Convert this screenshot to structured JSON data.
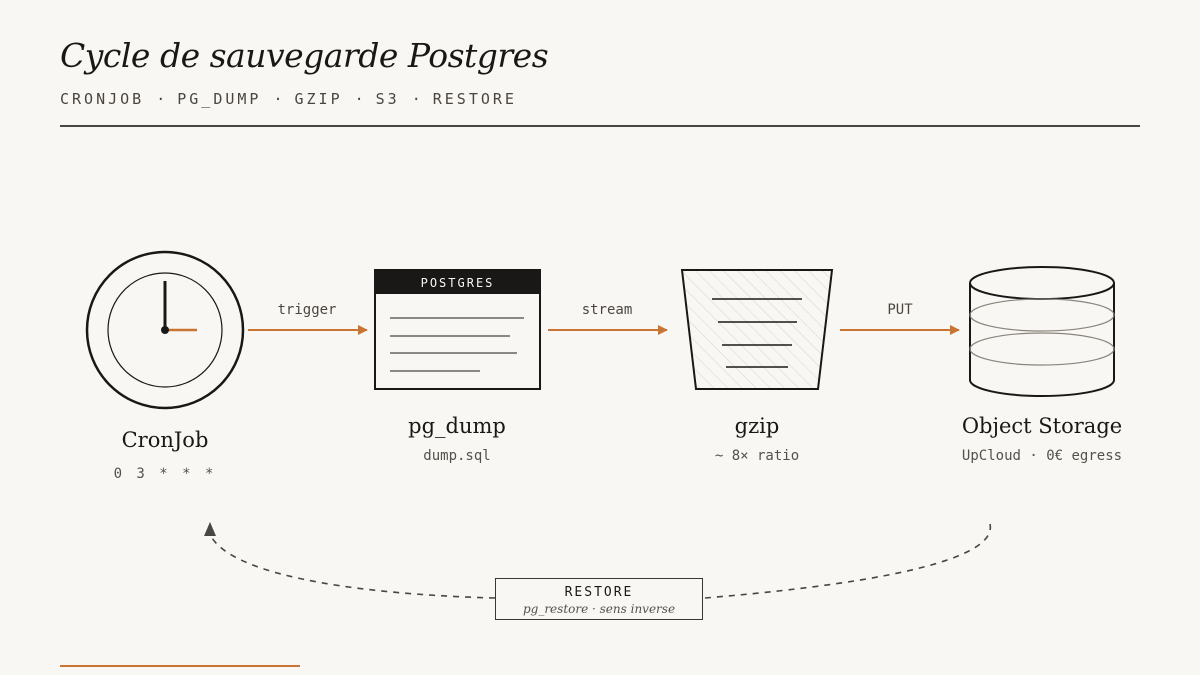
{
  "header": {
    "title": "Cycle de sauvegarde Postgres",
    "tags": [
      "CRONJOB",
      "PG_DUMP",
      "GZIP",
      "S3",
      "RESTORE"
    ],
    "tag_separator": "·"
  },
  "nodes": {
    "cronjob": {
      "name": "CronJob",
      "meta": "0 3 * * *"
    },
    "pg_dump": {
      "name": "pg_dump",
      "meta": "dump.sql",
      "window_label": "POSTGRES"
    },
    "gzip": {
      "name": "gzip",
      "meta": "~ 8× ratio"
    },
    "storage": {
      "name": "Object Storage",
      "meta": "UpCloud · 0€ egress"
    }
  },
  "edges": {
    "trigger": "trigger",
    "stream": "stream",
    "put": "PUT"
  },
  "restore": {
    "title": "RESTORE",
    "subtitle": "pg_restore · sens inverse"
  },
  "colors": {
    "accent": "#c87533",
    "ink": "#1a1816",
    "background": "#f9f7f3"
  },
  "icons": [
    "clock-icon",
    "postgres-window-icon",
    "gzip-bucket-icon",
    "database-cylinder-icon"
  ]
}
